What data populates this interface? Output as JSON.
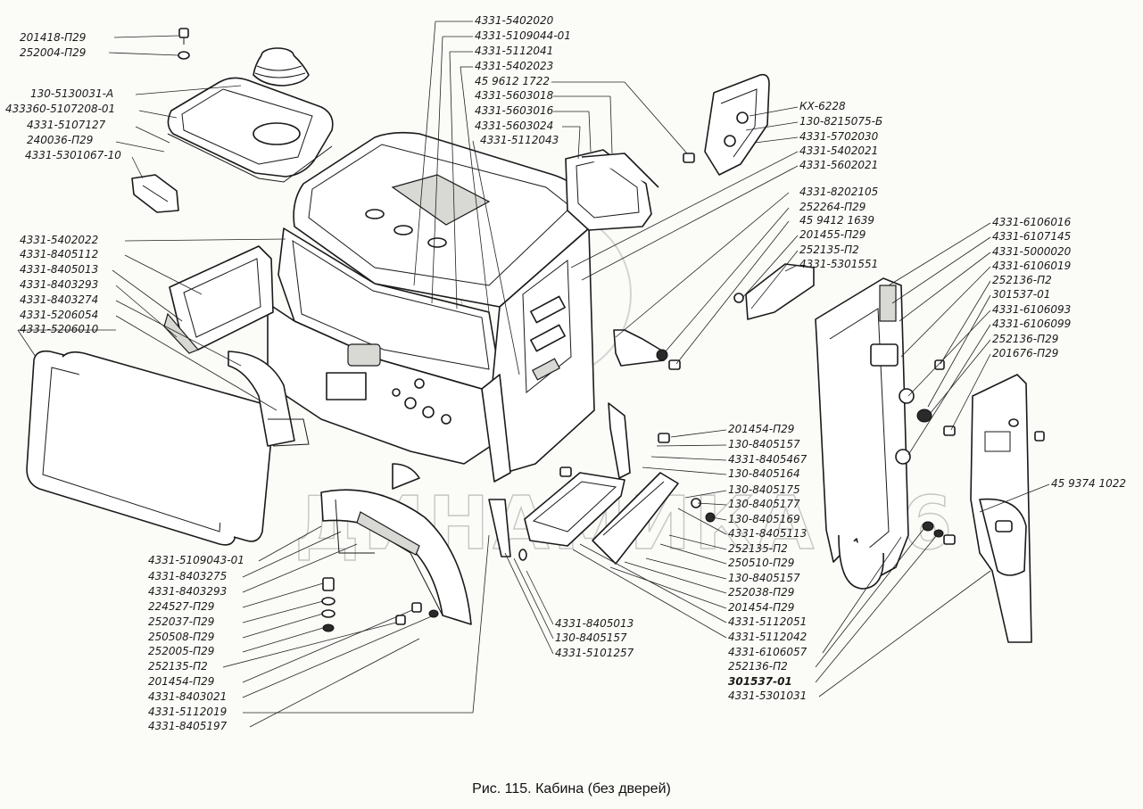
{
  "caption": "Рис. 115. Кабина (без дверей)",
  "watermark": "ДИНАМИКА 76",
  "labels": {
    "top_left": [
      "201418-П29",
      "252004-П29",
      "130-5130031-А",
      "433360-5107208-01",
      "4331-5107127",
      "240036-П29",
      "4331-5301067-10"
    ],
    "top_center": [
      "4331-5402020",
      "4331-5109044-01",
      "4331-5112041",
      "4331-5402023",
      "45 9612 1722",
      "4331-5603018",
      "4331-5603016",
      "4331-5603024",
      "4331-5112043"
    ],
    "top_right": [
      "КХ-6228",
      "130-8215075-Б",
      "4331-5702030",
      "4331-5402021",
      "4331-5602021"
    ],
    "mid_center": [
      "4331-8202105",
      "252264-П29",
      "45 9412 1639",
      "201455-П29",
      "252135-П2",
      "4331-5301551"
    ],
    "far_right": [
      "4331-6106016",
      "4331-6107145",
      "4331-5000020",
      "4331-6106019",
      "252136-П2",
      "301537-01",
      "4331-6106093",
      "4331-6106099",
      "252136-П29",
      "201676-П29"
    ],
    "far_right_single": "45 9374 1022",
    "left": [
      "4331-5402022",
      "4331-8405112",
      "4331-8405013",
      "4331-8403293",
      "4331-8403274",
      "4331-5206054",
      "4331-5206010"
    ],
    "step_column": [
      "201454-П29",
      "130-8405157",
      "4331-8405467",
      "130-8405164",
      "130-8405175",
      "130-8405177",
      "130-8405169",
      "4331-8405113",
      "252135-П2",
      "250510-П29",
      "130-8405157",
      "252038-П29",
      "201454-П29",
      "4331-5112051",
      "4331-5112042",
      "4331-6106057",
      "252136-П2"
    ],
    "bold_label": "301537-01",
    "lower_right": "4331-5301031",
    "lower_mid": [
      "4331-8405013",
      "130-8405157",
      "4331-5101257"
    ],
    "bottom_left": [
      "4331-5109043-01",
      "4331-8403275",
      "4331-8403293",
      "224527-П29",
      "252037-П29",
      "250508-П29",
      "252005-П29",
      "252135-П2",
      "201454-П29",
      "4331-8403021",
      "4331-5112019",
      "4331-8405197"
    ]
  }
}
